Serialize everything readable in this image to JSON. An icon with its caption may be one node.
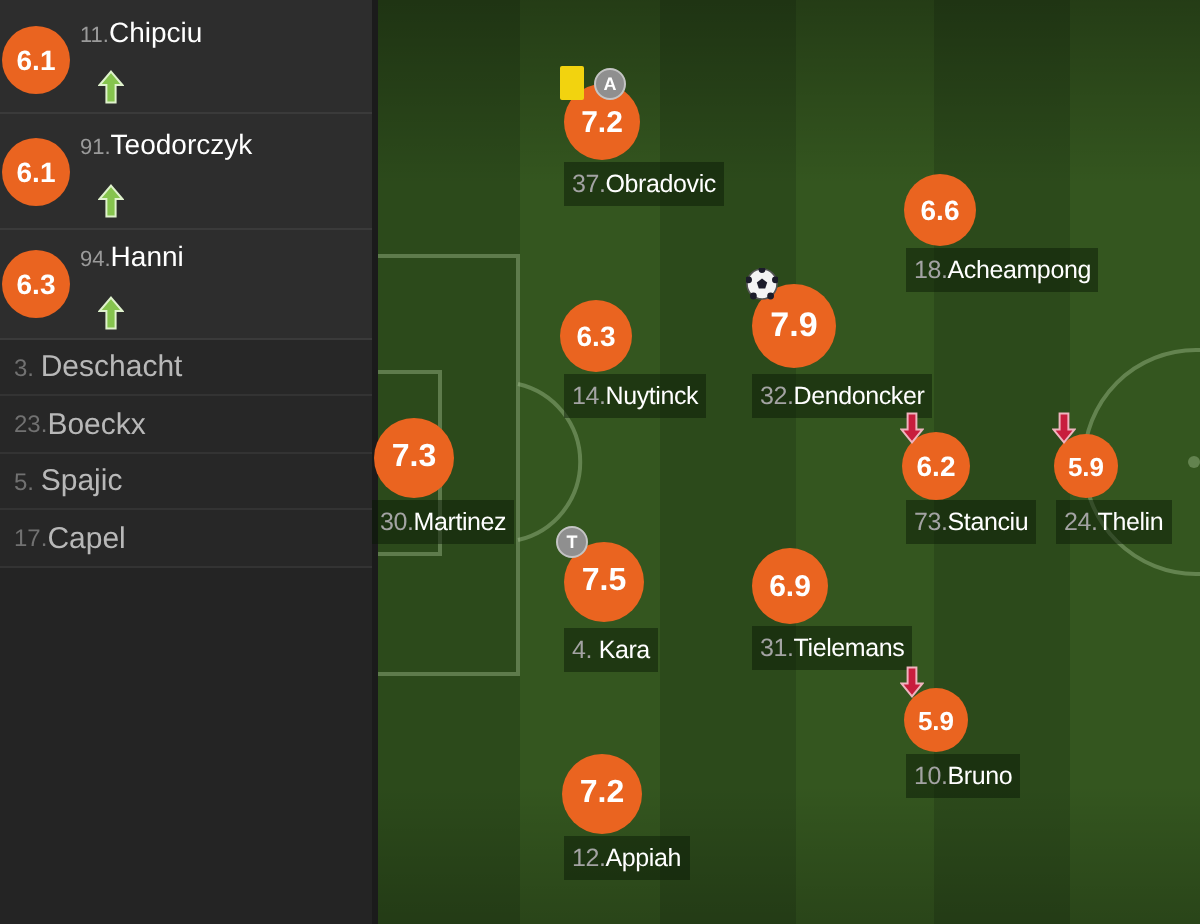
{
  "diagram": {
    "nodes": [
      {
        "text": [
          "6.1"
        ],
        "beside": [
          "11.Chipciu"
        ]
      },
      {
        "text": [
          "6.1"
        ],
        "beside": [
          "91.Teodorczyk"
        ]
      },
      {
        "text": [
          "6.3"
        ],
        "beside": [
          "94.Hanni"
        ]
      },
      {
        "text": [
          "3. Deschacht"
        ]
      },
      {
        "text": [
          "23.Boeckx"
        ]
      },
      {
        "text": [
          "5. Spajic"
        ]
      },
      {
        "text": [
          "17.Capel"
        ]
      },
      {
        "text": [
          "7.2"
        ],
        "beside": [
          "37.Obradovic",
          "A"
        ]
      },
      {
        "text": [
          "6.6"
        ],
        "beside": [
          "18.Acheampong"
        ]
      },
      {
        "text": [
          "6.3"
        ],
        "beside": [
          "14.Nuytinck"
        ]
      },
      {
        "text": [
          "7.9"
        ],
        "beside": [
          "32.Dendoncker"
        ]
      },
      {
        "text": [
          "7.3"
        ],
        "beside": [
          "30.Martinez"
        ]
      },
      {
        "text": [
          "6.2"
        ],
        "beside": [
          "73.Stanciu"
        ]
      },
      {
        "text": [
          "5.9"
        ],
        "beside": [
          "24.Thelin"
        ]
      },
      {
        "text": [
          "7.5"
        ],
        "beside": [
          "4. Kara",
          "T"
        ]
      },
      {
        "text": [
          "6.9"
        ],
        "beside": [
          "31.Tielemans"
        ]
      },
      {
        "text": [
          "5.9"
        ],
        "beside": [
          "10.Bruno"
        ]
      },
      {
        "text": [
          "7.2"
        ],
        "beside": [
          "12.Appiah"
        ]
      }
    ]
  }
}
